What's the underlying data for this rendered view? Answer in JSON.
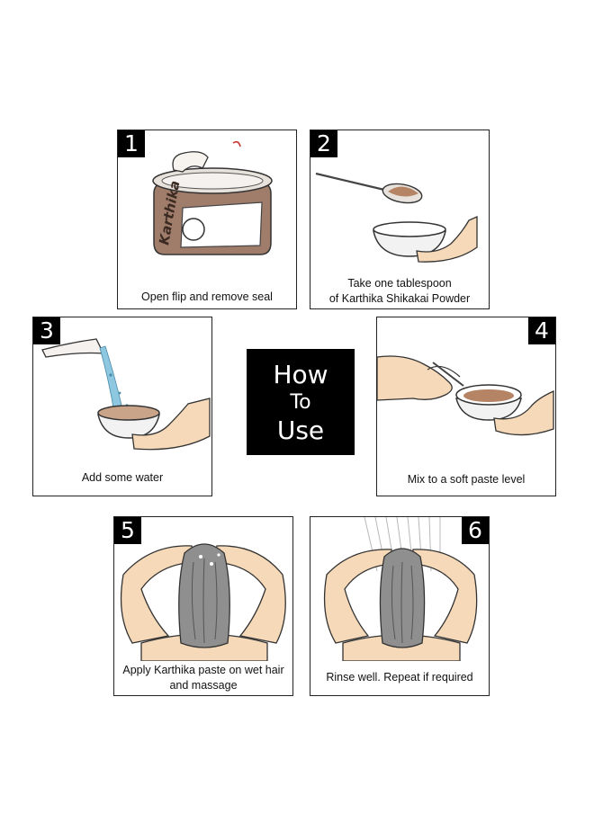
{
  "title": {
    "line1": "How",
    "line2": "To",
    "line3": "Use"
  },
  "steps": [
    {
      "number": "1",
      "caption_lines": [
        "Open flip and remove seal"
      ],
      "label_on_jar": "Karthika"
    },
    {
      "number": "2",
      "caption_lines": [
        "Take one tablespoon",
        "of Karthika Shikakai Powder"
      ]
    },
    {
      "number": "3",
      "caption_lines": [
        "Add some water"
      ]
    },
    {
      "number": "4",
      "caption_lines": [
        "Mix to a soft paste level"
      ]
    },
    {
      "number": "5",
      "caption_lines": [
        "Apply Karthika paste on wet hair",
        "and massage"
      ]
    },
    {
      "number": "6",
      "caption_lines": [
        "Rinse well. Repeat if required"
      ]
    }
  ],
  "colors": {
    "badge": "#000000",
    "skin": "#f5d9b8",
    "powder": "#b48465",
    "jar": "#9c7a68",
    "water": "#8ec7e0"
  }
}
